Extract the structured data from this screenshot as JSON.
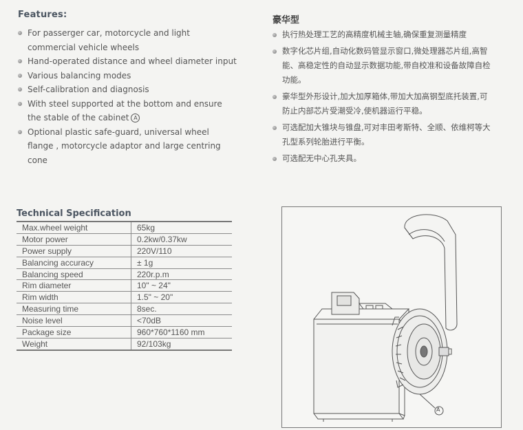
{
  "features": {
    "title": "Features:",
    "items": [
      "For passerger car, motorcycle and light commercial vehicle wheels",
      "Hand-operated distance and wheel diameter input",
      "Various balancing modes",
      "Self-calibration and diagnosis",
      "With steel supported at the bottom and ensure the stable of the cabinet",
      "Optional plastic safe-guard, universal wheel flange , motorcycle adaptor and large centring cone"
    ],
    "marker": "A"
  },
  "cn": {
    "title": "豪华型",
    "items": [
      "执行热处理工艺的高精度机械主轴,确保重复测量精度",
      "数字化芯片组,自动化数码管显示窗口,微处理器芯片组,高智能、高稳定性的自动显示数据功能,带自校准和设备故障自检功能。",
      "豪华型外形设计,加大加厚箱体,带加大加高钢型底托装置,可防止内部芯片受潮受冷,使机器运行平稳。",
      "可选配加大锥块与锥盘,可对丰田考斯特、全顺、依维柯等大孔型系列轮胎进行平衡。",
      "可选配无中心孔夹具。"
    ]
  },
  "spec": {
    "title": "Technical Specification",
    "rows": [
      [
        "Max.wheel weight",
        "65kg"
      ],
      [
        "Motor power",
        "0.2kw/0.37kw"
      ],
      [
        "Power supply",
        "220V/110"
      ],
      [
        "Balancing accuracy",
        "± 1g"
      ],
      [
        "Balancing speed",
        "220r.p.m"
      ],
      [
        "Rim diameter",
        "10\" ~ 24\""
      ],
      [
        "Rim width",
        "1.5\" ~ 20\""
      ],
      [
        "Measuring time",
        "8sec."
      ],
      [
        "Noise level",
        "<70dB"
      ],
      [
        "Package size",
        "960*760*1160 mm"
      ],
      [
        "Weight",
        "92/103kg"
      ]
    ]
  },
  "illustration": {
    "marker": "A",
    "icon": "wheel-balancer-machine"
  }
}
